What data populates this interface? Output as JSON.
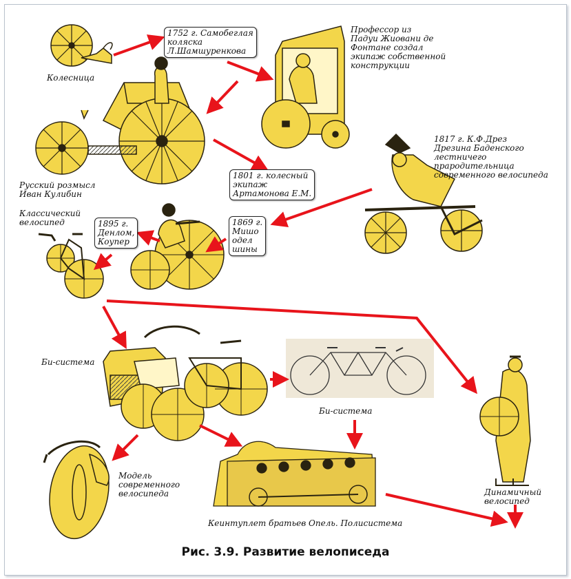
{
  "colors": {
    "arrow": "#e8141b",
    "illustration_fill": "#f3d64a",
    "illustration_stroke": "#2a2310",
    "photo_tint": "#efe8d8"
  },
  "labels": {
    "chariot": "Колесница",
    "kulibin": "Русский розмысл\nИван Кулибин",
    "shamshurenkov": "1752 г. Самобеглая\nколяска\nЛ.Шамшуренкова",
    "fontane": "Профессор из\nПадуи Жиовани де\nФонтане создал\nэкипаж собственной\nконструкции",
    "drez": "1817 г. К.Ф.Дрез\nДрезина Баденского\nлестничего\nпрародительница\nсовременного велосипеда",
    "artamonov": "1801 г. колесный\nэкипаж\nАртамонова Е.М.",
    "michaux": "1869 г.\nМишо\nодел\nшины",
    "dunlop": "1895 г.\nДенлом,\nКоупер",
    "classic": "Классический\nвелосипед",
    "bi_system_left": "Би-система",
    "bi_system_right": "Би-система",
    "modern_model": "Модель\nсовременного\nвелосипеда",
    "opel": "Кеинтуплет братьев Опель. Полисистема",
    "dynamic": "Динамичный\nвелосипед"
  },
  "caption": "Рис. 3.9.  Развитие велописеда",
  "illustrations": [
    "chariot",
    "kulibin-carriage",
    "fontane-carriage",
    "draisine",
    "artamonov-bicycle",
    "classic-bicycle",
    "tricycle-bi-system",
    "tandem-photo",
    "modern-bicycle-model",
    "opel-quintuplet",
    "dynamic-bicycle"
  ]
}
